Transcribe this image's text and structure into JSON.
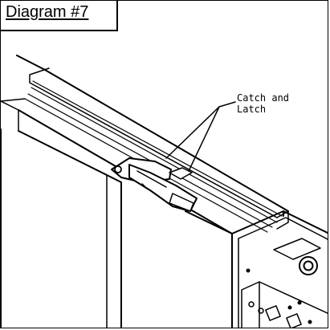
{
  "diagram": {
    "title": "Diagram #7",
    "callout": {
      "line1": "Catch and",
      "line2": "Latch"
    }
  }
}
